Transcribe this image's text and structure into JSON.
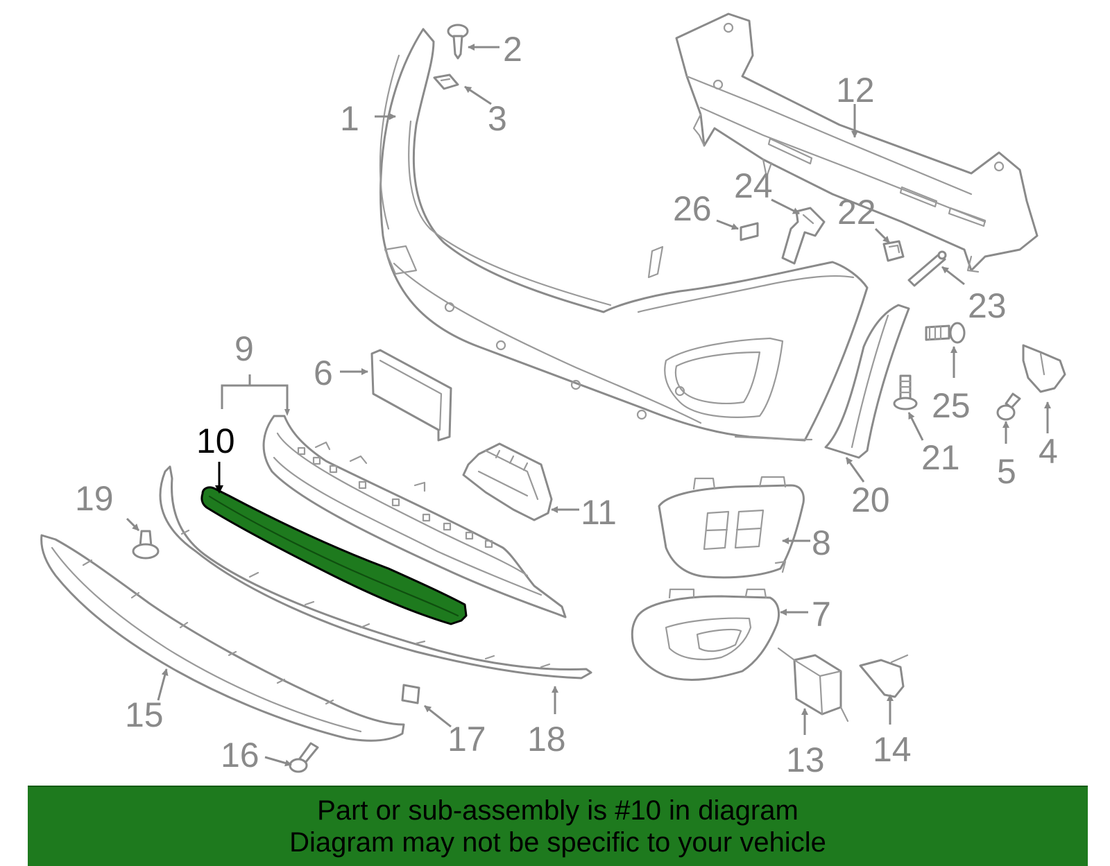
{
  "colors": {
    "highlight": "#1e7a1e",
    "part_stroke": "#8a8a8a",
    "banner": "#1e7a1e"
  },
  "callouts": {
    "c1": "1",
    "c2": "2",
    "c3": "3",
    "c4": "4",
    "c5": "5",
    "c6": "6",
    "c7": "7",
    "c8": "8",
    "c9": "9",
    "c10": "10",
    "c11": "11",
    "c12": "12",
    "c13": "13",
    "c14": "14",
    "c15": "15",
    "c16": "16",
    "c17": "17",
    "c18": "18",
    "c19": "19",
    "c20": "20",
    "c21": "21",
    "c22": "22",
    "c23": "23",
    "c24": "24",
    "c25": "25",
    "c26": "26"
  },
  "banner": {
    "line1": "Part or sub-assembly is #10 in diagram",
    "line2": "Diagram may not be specific to your vehicle"
  }
}
